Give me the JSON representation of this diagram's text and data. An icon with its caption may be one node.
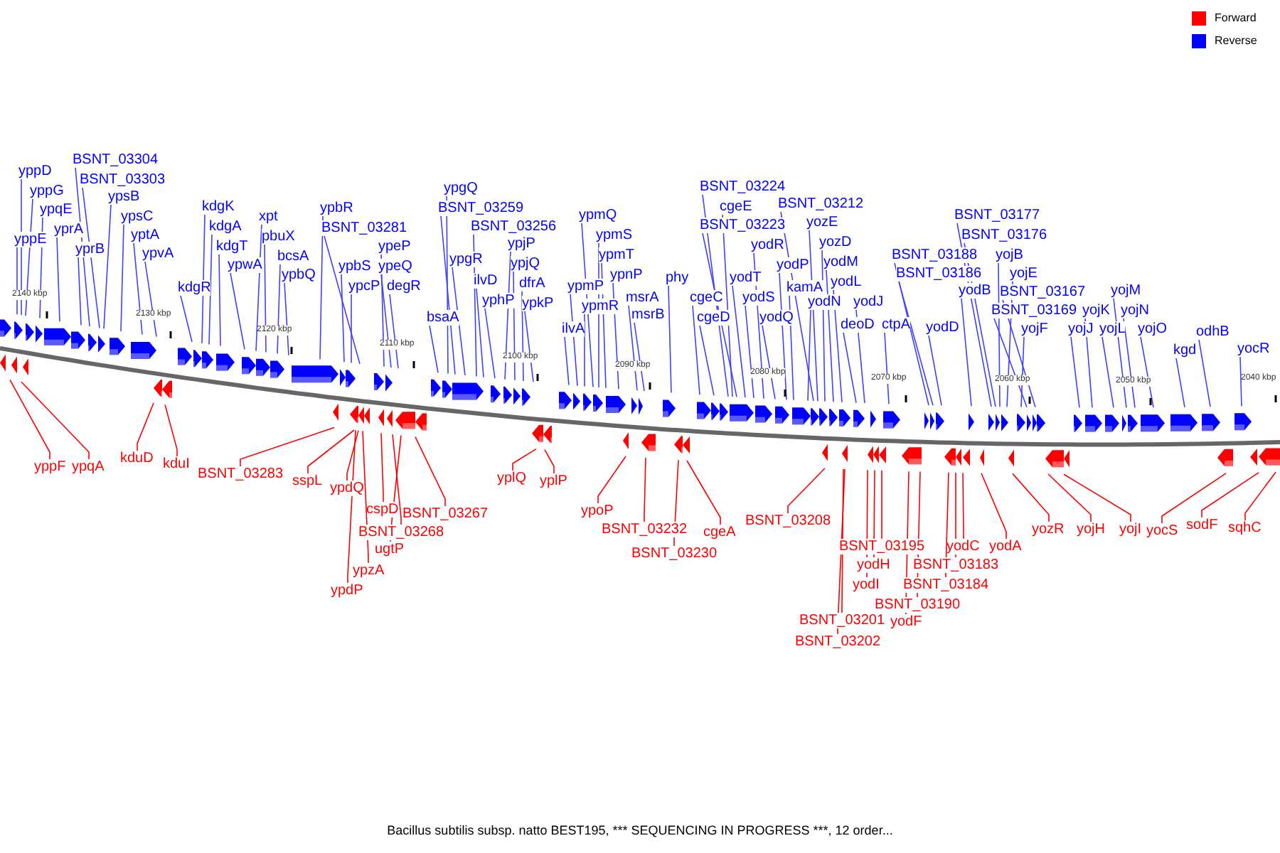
{
  "diagram": {
    "caption": "Bacillus subtilis subsp. natto BEST195, *** SEQUENCING IN PROGRESS ***, 12 order...",
    "nodes": [
      {
        "text": [
          "yppE"
        ]
      },
      {
        "text": [
          "yppD"
        ]
      },
      {
        "text": [
          "yppG"
        ]
      },
      {
        "text": [
          "ypqE"
        ]
      },
      {
        "text": [
          "yprA"
        ]
      },
      {
        "text": [
          "yprB"
        ]
      },
      {
        "text": [
          "BSNT_03304"
        ]
      },
      {
        "text": [
          "BSNT_03303"
        ]
      },
      {
        "text": [
          "ypsB"
        ]
      },
      {
        "text": [
          "ypsC"
        ]
      },
      {
        "text": [
          "yptA"
        ]
      },
      {
        "text": [
          "ypvA"
        ]
      },
      {
        "text": [
          "kdgR"
        ]
      },
      {
        "text": [
          "kdgK"
        ]
      },
      {
        "text": [
          "kdgA"
        ]
      },
      {
        "text": [
          "kdgT"
        ]
      },
      {
        "text": [
          "ypwA"
        ]
      },
      {
        "text": [
          "xpt"
        ]
      },
      {
        "text": [
          "pbuX"
        ]
      },
      {
        "text": [
          "bcsA"
        ]
      },
      {
        "text": [
          "ypbQ"
        ]
      },
      {
        "text": [
          "ypbR"
        ]
      },
      {
        "text": [
          "BSNT_03281"
        ]
      },
      {
        "text": [
          "ypbS"
        ]
      },
      {
        "text": [
          "ypcP"
        ]
      },
      {
        "text": [
          "ypeP"
        ]
      },
      {
        "text": [
          "ypeQ"
        ]
      },
      {
        "text": [
          "degR"
        ]
      },
      {
        "text": [
          "bsaA"
        ]
      },
      {
        "text": [
          "ypgQ"
        ]
      },
      {
        "text": [
          "BSNT_03259"
        ]
      },
      {
        "text": [
          "ypgR"
        ]
      },
      {
        "text": [
          "BSNT_03256"
        ]
      },
      {
        "text": [
          "ilvD"
        ]
      },
      {
        "text": [
          "yphP"
        ]
      },
      {
        "text": [
          "ypjP"
        ]
      },
      {
        "text": [
          "ypjQ"
        ]
      },
      {
        "text": [
          "dfrA"
        ]
      },
      {
        "text": [
          "ypkP"
        ]
      },
      {
        "text": [
          "ilvA"
        ]
      },
      {
        "text": [
          "ypmP"
        ]
      },
      {
        "text": [
          "ypmR"
        ]
      },
      {
        "text": [
          "ypmQ"
        ]
      },
      {
        "text": [
          "ypmS"
        ]
      },
      {
        "text": [
          "ypmT"
        ]
      },
      {
        "text": [
          "ypnP"
        ]
      },
      {
        "text": [
          "msrA"
        ]
      },
      {
        "text": [
          "msrB"
        ]
      },
      {
        "text": [
          "phy"
        ]
      },
      {
        "text": [
          "cgeC"
        ]
      },
      {
        "text": [
          "cgeD"
        ]
      },
      {
        "text": [
          "BSNT_03224"
        ]
      },
      {
        "text": [
          "cgeE"
        ]
      },
      {
        "text": [
          "BSNT_03223"
        ]
      },
      {
        "text": [
          "yodT"
        ]
      },
      {
        "text": [
          "yodS"
        ]
      },
      {
        "text": [
          "yodR"
        ]
      },
      {
        "text": [
          "yodQ"
        ]
      },
      {
        "text": [
          "yodP"
        ]
      },
      {
        "text": [
          "kamA"
        ]
      },
      {
        "text": [
          "yodN"
        ]
      },
      {
        "text": [
          "BSNT_03212"
        ]
      },
      {
        "text": [
          "yozE"
        ]
      },
      {
        "text": [
          "yozD"
        ]
      },
      {
        "text": [
          "yodM"
        ]
      },
      {
        "text": [
          "yodL"
        ]
      },
      {
        "text": [
          "deoD"
        ]
      },
      {
        "text": [
          "yodJ"
        ]
      },
      {
        "text": [
          "ctpA"
        ]
      },
      {
        "text": [
          "BSNT_03188"
        ]
      },
      {
        "text": [
          "BSNT_03186"
        ]
      },
      {
        "text": [
          "yodD"
        ]
      },
      {
        "text": [
          "yodB"
        ]
      },
      {
        "text": [
          "BSNT_03177"
        ]
      },
      {
        "text": [
          "BSNT_03176"
        ]
      },
      {
        "text": [
          "yojB"
        ]
      },
      {
        "text": [
          "yojE"
        ]
      },
      {
        "text": [
          "BSNT_03167"
        ]
      },
      {
        "text": [
          "BSNT_03169"
        ]
      },
      {
        "text": [
          "yojF"
        ]
      },
      {
        "text": [
          "yojJ"
        ]
      },
      {
        "text": [
          "yojK"
        ]
      },
      {
        "text": [
          "yojL"
        ]
      },
      {
        "text": [
          "yojM"
        ]
      },
      {
        "text": [
          "yojN"
        ]
      },
      {
        "text": [
          "yojO"
        ]
      },
      {
        "text": [
          "kgd"
        ]
      },
      {
        "text": [
          "odhB"
        ]
      },
      {
        "text": [
          "yocR"
        ]
      },
      {
        "text": [
          "yppF"
        ]
      },
      {
        "text": [
          "ypqA"
        ]
      },
      {
        "text": [
          "kduD"
        ]
      },
      {
        "text": [
          "kduI"
        ]
      },
      {
        "text": [
          "BSNT_03283"
        ]
      },
      {
        "text": [
          "sspL"
        ]
      },
      {
        "text": [
          "ypdQ"
        ]
      },
      {
        "text": [
          "ypdP"
        ]
      },
      {
        "text": [
          "ypzA"
        ]
      },
      {
        "text": [
          "cspD"
        ]
      },
      {
        "text": [
          "BSNT_03268"
        ]
      },
      {
        "text": [
          "ugtP"
        ]
      },
      {
        "text": [
          "BSNT_03267"
        ]
      },
      {
        "text": [
          "yplQ"
        ]
      },
      {
        "text": [
          "yplP"
        ]
      },
      {
        "text": [
          "ypoP"
        ]
      },
      {
        "text": [
          "BSNT_03232"
        ]
      },
      {
        "text": [
          "BSNT_03230"
        ]
      },
      {
        "text": [
          "cgeA"
        ]
      },
      {
        "text": [
          "BSNT_03208"
        ]
      },
      {
        "text": [
          "BSNT_03201"
        ]
      },
      {
        "text": [
          "BSNT_03202"
        ]
      },
      {
        "text": [
          "BSNT_03195"
        ]
      },
      {
        "text": [
          "yodH"
        ]
      },
      {
        "text": [
          "yodI"
        ]
      },
      {
        "text": [
          "BSNT_03190"
        ]
      },
      {
        "text": [
          "yodF"
        ]
      },
      {
        "text": [
          "yodC"
        ]
      },
      {
        "text": [
          "BSNT_03183"
        ]
      },
      {
        "text": [
          "BSNT_03184"
        ]
      },
      {
        "text": [
          "yodA"
        ]
      },
      {
        "text": [
          "yozR"
        ]
      },
      {
        "text": [
          "yojH"
        ]
      },
      {
        "text": [
          "yojI"
        ]
      },
      {
        "text": [
          "yocS"
        ]
      },
      {
        "text": [
          "sodF"
        ]
      },
      {
        "text": [
          "sqhC"
        ]
      }
    ],
    "edges": [
      {
        "from": 0,
        "to": null,
        "arrow": "none"
      },
      {
        "from": 1,
        "to": null,
        "arrow": "none"
      },
      {
        "from": 2,
        "to": null,
        "arrow": "none"
      },
      {
        "from": 3,
        "to": null,
        "arrow": "none"
      },
      {
        "from": 4,
        "to": null,
        "arrow": "none"
      },
      {
        "from": 5,
        "to": null,
        "arrow": "none"
      },
      {
        "from": 6,
        "to": null,
        "arrow": "none"
      },
      {
        "from": 7,
        "to": null,
        "arrow": "none"
      },
      {
        "from": 8,
        "to": null,
        "arrow": "none"
      },
      {
        "from": 9,
        "to": null,
        "arrow": "none"
      },
      {
        "from": 10,
        "to": null,
        "arrow": "none"
      },
      {
        "from": 11,
        "to": null,
        "arrow": "none"
      },
      {
        "from": 12,
        "to": null,
        "arrow": "none"
      },
      {
        "from": 13,
        "to": null,
        "arrow": "none"
      },
      {
        "from": 14,
        "to": null,
        "arrow": "none"
      },
      {
        "from": 15,
        "to": null,
        "arrow": "none"
      },
      {
        "from": 16,
        "to": null,
        "arrow": "none"
      },
      {
        "from": 17,
        "to": null,
        "arrow": "none"
      },
      {
        "from": 18,
        "to": null,
        "arrow": "none"
      },
      {
        "from": 19,
        "to": null,
        "arrow": "none"
      },
      {
        "from": 20,
        "to": null,
        "arrow": "none"
      },
      {
        "from": 21,
        "to": null,
        "arrow": "none"
      },
      {
        "from": 22,
        "to": null,
        "arrow": "none"
      },
      {
        "from": 23,
        "to": null,
        "arrow": "none"
      },
      {
        "from": 24,
        "to": null,
        "arrow": "none"
      },
      {
        "from": 25,
        "to": null,
        "arrow": "none"
      },
      {
        "from": 26,
        "to": null,
        "arrow": "none"
      },
      {
        "from": 27,
        "to": null,
        "arrow": "none"
      },
      {
        "from": 28,
        "to": null,
        "arrow": "none"
      },
      {
        "from": 29,
        "to": null,
        "arrow": "none"
      },
      {
        "from": 30,
        "to": null,
        "arrow": "none"
      },
      {
        "from": 31,
        "to": null,
        "arrow": "none"
      },
      {
        "from": 32,
        "to": null,
        "arrow": "none"
      },
      {
        "from": 33,
        "to": null,
        "arrow": "none"
      },
      {
        "from": 34,
        "to": null,
        "arrow": "none"
      },
      {
        "from": 35,
        "to": null,
        "arrow": "none"
      },
      {
        "from": 36,
        "to": null,
        "arrow": "none"
      },
      {
        "from": 37,
        "to": null,
        "arrow": "none"
      },
      {
        "from": 38,
        "to": null,
        "arrow": "none"
      },
      {
        "from": 39,
        "to": null,
        "arrow": "none"
      },
      {
        "from": 40,
        "to": null,
        "arrow": "none"
      },
      {
        "from": 41,
        "to": null,
        "arrow": "none"
      },
      {
        "from": 42,
        "to": null,
        "arrow": "none"
      },
      {
        "from": 43,
        "to": null,
        "arrow": "none"
      },
      {
        "from": 44,
        "to": null,
        "arrow": "none"
      },
      {
        "from": 45,
        "to": null,
        "arrow": "none"
      },
      {
        "from": 46,
        "to": null,
        "arrow": "none"
      },
      {
        "from": 47,
        "to": null,
        "arrow": "none"
      },
      {
        "from": 48,
        "to": null,
        "arrow": "none"
      },
      {
        "from": 49,
        "to": null,
        "arrow": "none"
      },
      {
        "from": 50,
        "to": null,
        "arrow": "none"
      },
      {
        "from": 51,
        "to": null,
        "arrow": "none"
      },
      {
        "from": 52,
        "to": null,
        "arrow": "none"
      },
      {
        "from": 53,
        "to": null,
        "arrow": "none"
      },
      {
        "from": 54,
        "to": null,
        "arrow": "none"
      },
      {
        "from": 55,
        "to": null,
        "arrow": "none"
      },
      {
        "from": 56,
        "to": null,
        "arrow": "none"
      },
      {
        "from": 57,
        "to": null,
        "arrow": "none"
      },
      {
        "from": 58,
        "to": null,
        "arrow": "none"
      },
      {
        "from": 59,
        "to": null,
        "arrow": "none"
      },
      {
        "from": 60,
        "to": null,
        "arrow": "none"
      },
      {
        "from": 61,
        "to": null,
        "arrow": "none"
      },
      {
        "from": 62,
        "to": null,
        "arrow": "none"
      },
      {
        "from": 63,
        "to": null,
        "arrow": "none"
      },
      {
        "from": 64,
        "to": null,
        "arrow": "none"
      },
      {
        "from": 65,
        "to": null,
        "arrow": "none"
      },
      {
        "from": 66,
        "to": null,
        "arrow": "none"
      },
      {
        "from": 67,
        "to": null,
        "arrow": "none"
      },
      {
        "from": 68,
        "to": null,
        "arrow": "none"
      },
      {
        "from": 69,
        "to": null,
        "arrow": "none"
      },
      {
        "from": 70,
        "to": null,
        "arrow": "none"
      },
      {
        "from": 71,
        "to": null,
        "arrow": "none"
      },
      {
        "from": 72,
        "to": null,
        "arrow": "none"
      },
      {
        "from": 73,
        "to": null,
        "arrow": "none"
      },
      {
        "from": 74,
        "to": null,
        "arrow": "none"
      },
      {
        "from": 75,
        "to": null,
        "arrow": "none"
      },
      {
        "from": 76,
        "to": null,
        "arrow": "none"
      },
      {
        "from": 77,
        "to": null,
        "arrow": "none"
      },
      {
        "from": 78,
        "to": null,
        "arrow": "none"
      },
      {
        "from": 79,
        "to": null,
        "arrow": "none"
      },
      {
        "from": 80,
        "to": null,
        "arrow": "none"
      },
      {
        "from": 81,
        "to": null,
        "arrow": "none"
      },
      {
        "from": 82,
        "to": null,
        "arrow": "none"
      },
      {
        "from": 83,
        "to": null,
        "arrow": "none"
      },
      {
        "from": 84,
        "to": null,
        "arrow": "none"
      },
      {
        "from": 85,
        "to": null,
        "arrow": "none"
      },
      {
        "from": 86,
        "to": null,
        "arrow": "none"
      },
      {
        "from": 87,
        "to": null,
        "arrow": "none"
      },
      {
        "from": 88,
        "to": null,
        "arrow": "none"
      },
      {
        "from": 89,
        "to": null,
        "arrow": "none",
        "color": "#ff0000"
      },
      {
        "from": 90,
        "to": null,
        "arrow": "none",
        "color": "#ff0000"
      },
      {
        "from": 91,
        "to": null,
        "arrow": "none",
        "color": "#ff0000"
      },
      {
        "from": 92,
        "to": null,
        "arrow": "none",
        "color": "#ff0000"
      },
      {
        "from": 93,
        "to": null,
        "arrow": "none",
        "color": "#ff0000"
      },
      {
        "from": 94,
        "to": null,
        "arrow": "none",
        "color": "#ff0000"
      },
      {
        "from": 95,
        "to": null,
        "arrow": "none",
        "color": "#ff0000"
      },
      {
        "from": 96,
        "to": null,
        "arrow": "none",
        "color": "#ff0000"
      },
      {
        "from": 97,
        "to": null,
        "arrow": "none",
        "color": "#ff0000"
      },
      {
        "from": 98,
        "to": null,
        "arrow": "none",
        "color": "#ff0000"
      },
      {
        "from": 99,
        "to": null,
        "arrow": "none",
        "color": "#ff0000"
      },
      {
        "from": 100,
        "to": null,
        "arrow": "none",
        "color": "#ff0000"
      },
      {
        "from": 101,
        "to": null,
        "arrow": "none",
        "color": "#ff0000"
      },
      {
        "from": 102,
        "to": null,
        "arrow": "none",
        "color": "#ff0000"
      },
      {
        "from": 103,
        "to": null,
        "arrow": "none",
        "color": "#ff0000"
      },
      {
        "from": 104,
        "to": null,
        "arrow": "none",
        "color": "#ff0000"
      },
      {
        "from": 105,
        "to": null,
        "arrow": "none",
        "color": "#ff0000"
      },
      {
        "from": 106,
        "to": null,
        "arrow": "none",
        "color": "#ff0000"
      },
      {
        "from": 107,
        "to": null,
        "arrow": "none",
        "color": "#ff0000"
      },
      {
        "from": 108,
        "to": null,
        "arrow": "none",
        "color": "#ff0000"
      },
      {
        "from": 109,
        "to": null,
        "arrow": "none",
        "color": "#ff0000"
      },
      {
        "from": 110,
        "to": null,
        "arrow": "none",
        "color": "#ff0000"
      },
      {
        "from": 111,
        "to": null,
        "arrow": "none",
        "color": "#ff0000"
      },
      {
        "from": 112,
        "to": null,
        "arrow": "none",
        "color": "#ff0000"
      },
      {
        "from": 113,
        "to": null,
        "arrow": "none",
        "color": "#ff0000"
      },
      {
        "from": 114,
        "to": null,
        "arrow": "none",
        "color": "#ff0000"
      },
      {
        "from": 115,
        "to": null,
        "arrow": "none",
        "color": "#ff0000"
      },
      {
        "from": 116,
        "to": null,
        "arrow": "none",
        "color": "#ff0000"
      },
      {
        "from": 117,
        "to": null,
        "arrow": "none",
        "color": "#ff0000"
      },
      {
        "from": 118,
        "to": null,
        "arrow": "none",
        "color": "#ff0000"
      },
      {
        "from": 119,
        "to": null,
        "arrow": "none",
        "color": "#ff0000"
      },
      {
        "from": 120,
        "to": null,
        "arrow": "none",
        "color": "#ff0000"
      },
      {
        "from": 121,
        "to": null,
        "arrow": "none",
        "color": "#ff0000"
      },
      {
        "from": 122,
        "to": null,
        "arrow": "none",
        "color": "#ff0000"
      },
      {
        "from": 123,
        "to": null,
        "arrow": "none",
        "color": "#ff0000"
      },
      {
        "from": 124,
        "to": null,
        "arrow": "none",
        "color": "#ff0000"
      },
      {
        "from": 125,
        "to": null,
        "arrow": "none",
        "color": "#ff0000"
      }
    ],
    "labels": [
      "2140 kbp",
      "2130 kbp",
      "2120 kbp",
      "2110 kbp",
      "2100 kbp",
      "2090 kbp",
      "2080 kbp",
      "2070 kbp",
      "2060 kbp",
      "2050 kbp",
      "2040 kbp"
    ],
    "legend": [
      {
        "text": "Forward",
        "color": "#ff0000"
      },
      {
        "text": "Reverse",
        "color": "#0000ff"
      }
    ]
  }
}
